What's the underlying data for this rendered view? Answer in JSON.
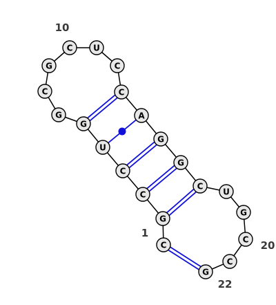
{
  "diagram": {
    "nucleotides": [
      {
        "n": 1,
        "base": "C"
      },
      {
        "n": 2,
        "base": "G"
      },
      {
        "n": 3,
        "base": "C"
      },
      {
        "n": 4,
        "base": "C"
      },
      {
        "n": 5,
        "base": "U"
      },
      {
        "n": 6,
        "base": "G"
      },
      {
        "n": 7,
        "base": "G"
      },
      {
        "n": 8,
        "base": "C"
      },
      {
        "n": 9,
        "base": "G"
      },
      {
        "n": 10,
        "base": "C"
      },
      {
        "n": 11,
        "base": "U"
      },
      {
        "n": 12,
        "base": "C"
      },
      {
        "n": 13,
        "base": "C"
      },
      {
        "n": 14,
        "base": "A"
      },
      {
        "n": 15,
        "base": "G"
      },
      {
        "n": 16,
        "base": "G"
      },
      {
        "n": 17,
        "base": "C"
      },
      {
        "n": 18,
        "base": "U"
      },
      {
        "n": 19,
        "base": "G"
      },
      {
        "n": 20,
        "base": "C"
      },
      {
        "n": 21,
        "base": "C"
      },
      {
        "n": 22,
        "base": "G"
      }
    ],
    "pairs": [
      {
        "i": 1,
        "j": 22,
        "type": "canonical"
      },
      {
        "i": 2,
        "j": 17,
        "type": "canonical"
      },
      {
        "i": 3,
        "j": 16,
        "type": "canonical"
      },
      {
        "i": 4,
        "j": 15,
        "type": "canonical"
      },
      {
        "i": 5,
        "j": 14,
        "type": "wobble"
      },
      {
        "i": 6,
        "j": 13,
        "type": "canonical"
      }
    ],
    "index_labels": [
      {
        "n": 1,
        "text": "1"
      },
      {
        "n": 10,
        "text": "10"
      },
      {
        "n": 20,
        "text": "20"
      },
      {
        "n": 22,
        "text": "22"
      }
    ]
  },
  "colors": {
    "pair_line": "#1010d8",
    "node_fill": "#e8e8e8",
    "node_stroke": "#000000",
    "index_text": "#3a3a3a"
  }
}
